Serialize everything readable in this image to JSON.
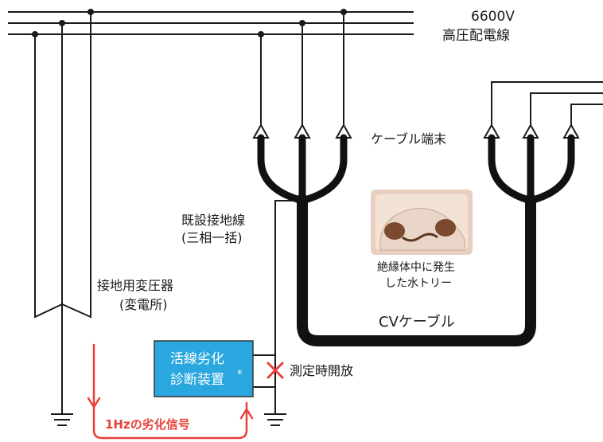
{
  "labels": {
    "voltage": "6600V",
    "distribution_line": "高圧配電線",
    "cable_terminal": "ケーブル端末",
    "existing_ground_line_1": "既設接地線",
    "existing_ground_line_2": "(三相一括)",
    "grounding_transformer_1": "接地用変圧器",
    "grounding_transformer_2": "(変電所)",
    "water_tree_caption_1": "絶縁体中に発生",
    "water_tree_caption_2": "した水トリー",
    "cv_cable": "CVケーブル",
    "device_line_1": "活線劣化",
    "device_line_2": "診断装置",
    "device_asterisk": "*",
    "open_during_measurement": "測定時開放",
    "signal_1hz": "1Hzの劣化信号"
  },
  "colors": {
    "line": "#1a1a1a",
    "cable": "#111111",
    "device_fill": "#2aa7df",
    "device_stroke": "#333333",
    "signal_red": "#e8413a",
    "photo_bg": "#e8cfc0",
    "photo_blob": "#7a4a2e"
  }
}
